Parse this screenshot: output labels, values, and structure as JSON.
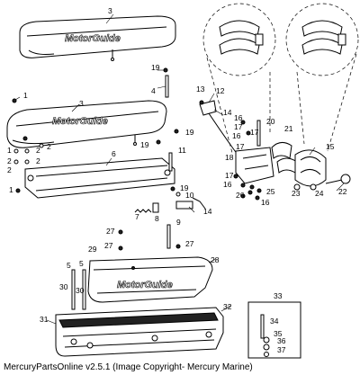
{
  "footer_text": "MercuryPartsOnline v2.5.1 (Image Copyright- Mercury Marine)",
  "logo_text": "MotorGuide",
  "callouts": [
    "1",
    "2",
    "3",
    "4",
    "5",
    "6",
    "7",
    "8",
    "9",
    "10",
    "11",
    "12",
    "13",
    "14",
    "15",
    "16",
    "17",
    "18",
    "19",
    "20",
    "21",
    "22",
    "23",
    "24",
    "25",
    "26",
    "27",
    "28",
    "29",
    "30",
    "31",
    "32",
    "33",
    "34",
    "35",
    "36",
    "37"
  ]
}
